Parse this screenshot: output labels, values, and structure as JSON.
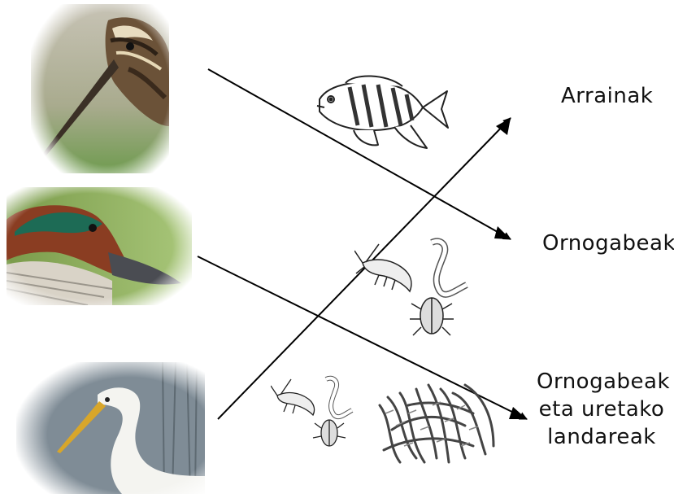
{
  "diagram": {
    "birds": [
      {
        "icon": "snipe-photo"
      },
      {
        "icon": "teal-duck-photo"
      },
      {
        "icon": "great-egret-photo"
      }
    ],
    "food_groups": {
      "fish": "Arrainak",
      "invertebrates": "Ornogabeak",
      "invertebrates_and_plants": [
        "Ornogabeak",
        "eta uretako",
        "landareak"
      ]
    },
    "illustrations": [
      {
        "icon": "fish-icon"
      },
      {
        "icon": "invertebrates-icon"
      },
      {
        "icon": "invertebrates-icon"
      },
      {
        "icon": "water-plants-icon"
      }
    ],
    "colors": {
      "text": "#111111",
      "line": "#000000"
    }
  }
}
